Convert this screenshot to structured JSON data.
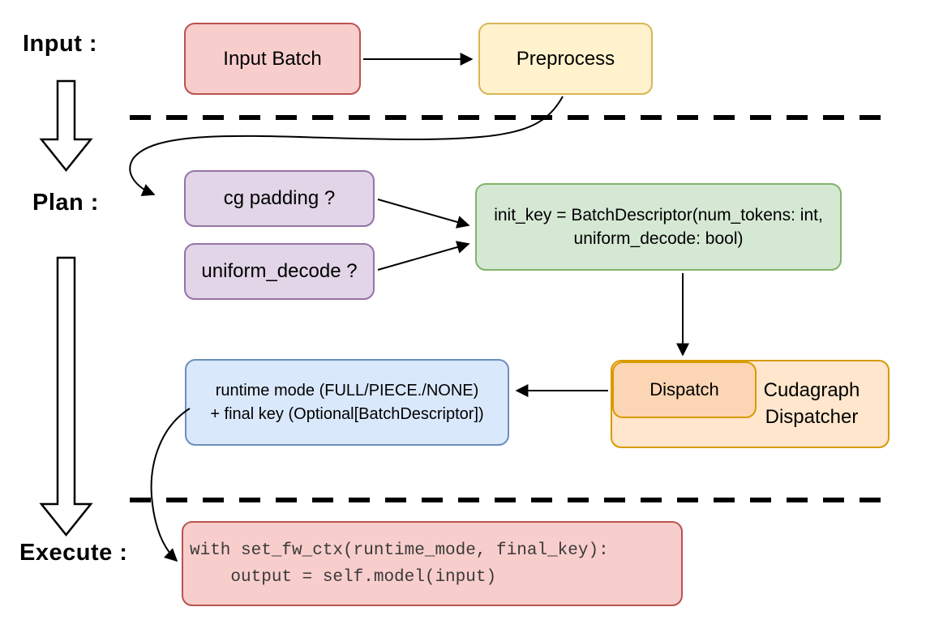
{
  "diagram": {
    "section_labels": {
      "input": "Input :",
      "plan": "Plan :",
      "execute": "Execute :"
    },
    "boxes": {
      "input_batch": {
        "label": "Input Batch",
        "fill": "#f8cecc",
        "border": "#b85450"
      },
      "preprocess": {
        "label": "Preprocess",
        "fill": "#fff2cc",
        "border": "#d6b656"
      },
      "cg_padding": {
        "label": "cg padding ?",
        "fill": "#e1d5e7",
        "border": "#9673a6"
      },
      "uniform_decode": {
        "label": "uniform_decode ?",
        "fill": "#e1d5e7",
        "border": "#9673a6"
      },
      "init_key": {
        "line1": "init_key = BatchDescriptor(num_tokens: int,",
        "line2": "uniform_decode: bool)",
        "fill": "#d5e8d4",
        "border": "#82b366"
      },
      "runtime_mode": {
        "line1": "runtime mode (FULL/PIECE./NONE)",
        "line2": "+ final key (Optional[BatchDescriptor])",
        "fill": "#dae8fc",
        "border": "#6c8ebf"
      },
      "dispatch": {
        "label": "Dispatch",
        "fill": "#fcd5b4",
        "border": "#d79b00"
      },
      "cudagraph_dispatcher": {
        "line1": "Cudagraph",
        "line2": "Dispatcher",
        "fill": "#ffe6cc",
        "border": "#d79b00"
      },
      "execute_code": {
        "line1": "with set_fw_ctx(runtime_mode, final_key):",
        "line2": "    output = self.model(input)",
        "fill": "#f8cecc",
        "border": "#b85450"
      }
    },
    "connector_color": "#000000",
    "divider_color": "#000000"
  }
}
